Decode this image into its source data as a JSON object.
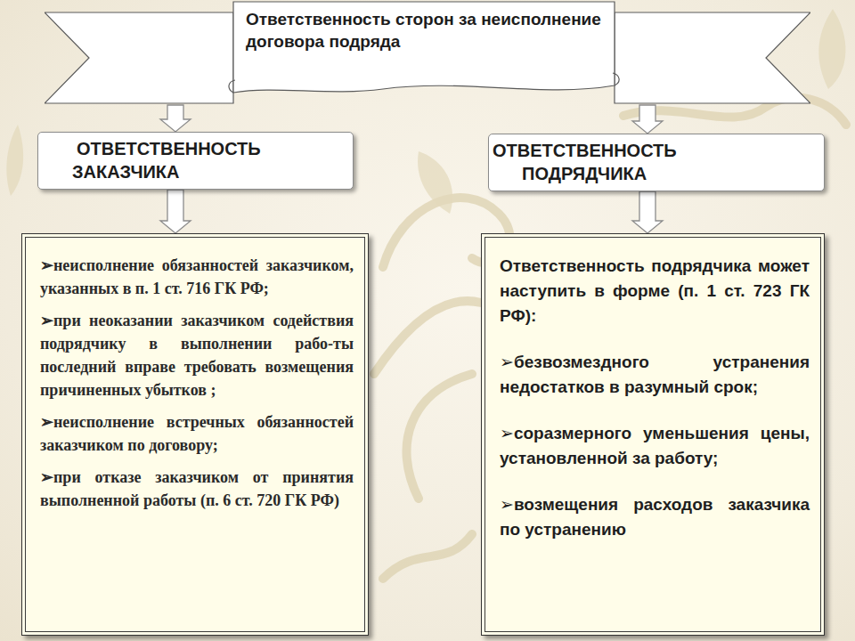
{
  "diagram": {
    "nodes": [
      {
        "text": [
          "Ответственность сторон за неисполнение договора подряда"
        ]
      },
      {
        "text": [
          "ОТВЕТСТВЕННОСТЬ ЗАКАЗЧИКА"
        ]
      },
      {
        "text": [
          "ОТВЕТСТВЕННОСТЬ ПОДРЯДЧИКА"
        ]
      },
      {
        "text": [
          "➢неисполнение обязанностей заказчиком, указанных в п. 1 ст. 716 ГК РФ;",
          "➢при неоказании заказчиком содействия подрядчику в выполнении рабо-ты последний вправе требовать возмещения причиненных убытков ;",
          "➢неисполнение встречных обязанностей заказчиком по договору;",
          "➢при отказе заказчиком от принятия выполненной работы (п. 6 ст. 720 ГК РФ)"
        ]
      },
      {
        "text": [
          "Ответственность подрядчика может наступить в форме (п. 1 ст. 723 ГК РФ):",
          "➢безвозмездного устранения недостатков в разумный срок;",
          "➢соразмерного уменьшения цены, установленной за работу;",
          "➢возмещения расходов заказчика по устранению"
        ]
      }
    ],
    "edges": [
      {
        "from": 0,
        "to": 1,
        "arrow": "to"
      },
      {
        "from": 0,
        "to": 2,
        "arrow": "to"
      },
      {
        "from": 1,
        "to": 3,
        "arrow": "to"
      },
      {
        "from": 2,
        "to": 4,
        "arrow": "to"
      }
    ]
  }
}
